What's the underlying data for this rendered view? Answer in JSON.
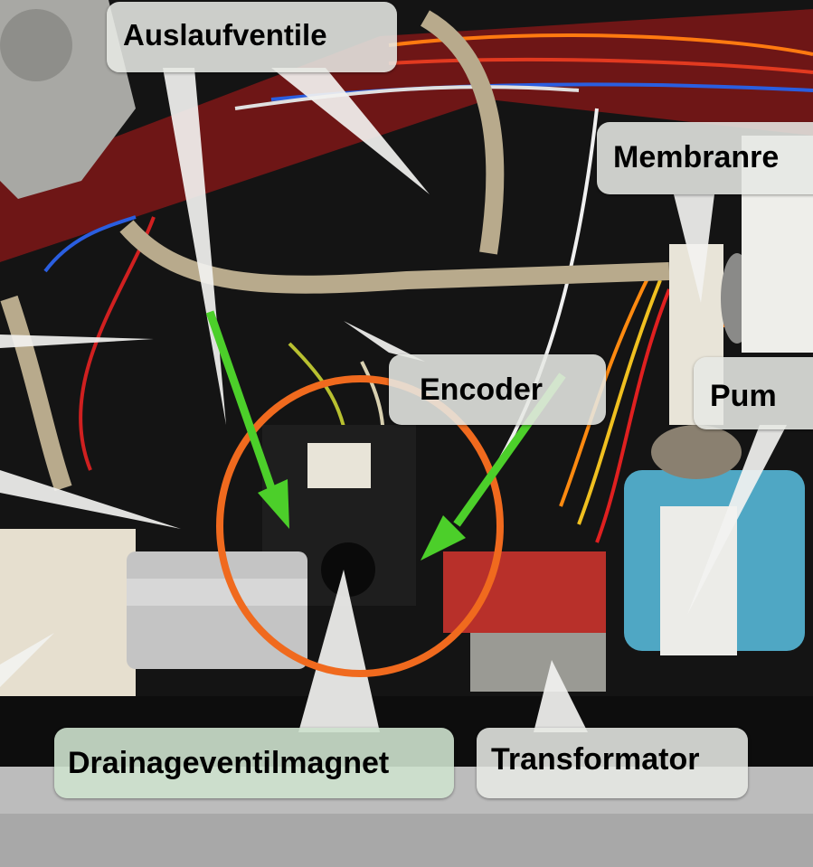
{
  "labels": {
    "auslaufventile": "Auslaufventile",
    "membranregler": "Membranre",
    "encoder": "Encoder",
    "pumpe": "Pum",
    "drainageventilmagnet": "Drainageventilmagnet",
    "transformator": "Transformator"
  },
  "colors": {
    "highlight_circle": "#f06a1e",
    "arrow": "#4ccf2a",
    "callout_bg": "#e6e8e4",
    "pump_coil": "#4fa7c4",
    "transformer": "#b8302a"
  }
}
